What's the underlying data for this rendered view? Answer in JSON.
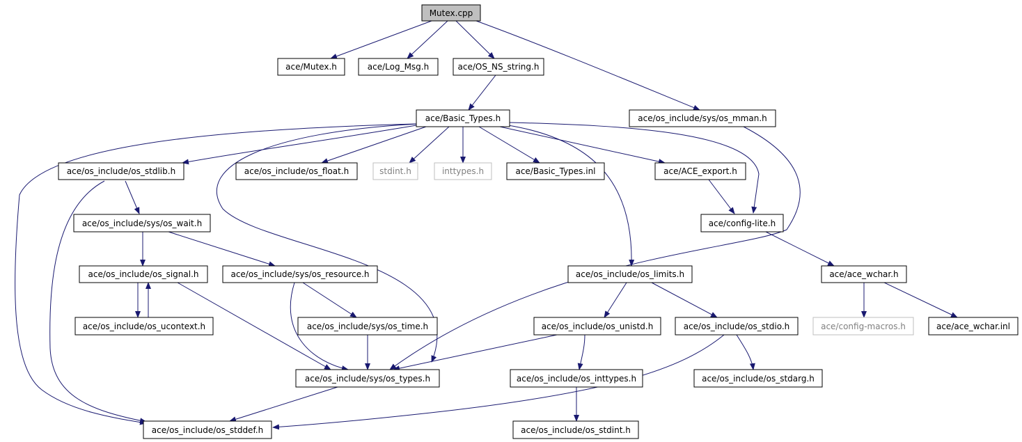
{
  "colors": {
    "edge": "#191970",
    "box_border": "#000000",
    "root_fill": "#bfbfbf",
    "dimmed_border": "#bfbfbf",
    "dimmed_text": "#808080"
  },
  "nodes": {
    "mutex_cpp": "Mutex.cpp",
    "mutex_h": "ace/Mutex.h",
    "log_msg_h": "ace/Log_Msg.h",
    "os_ns_string_h": "ace/OS_NS_string.h",
    "basic_types_h": "ace/Basic_Types.h",
    "os_mman_h": "ace/os_include/sys/os_mman.h",
    "os_stdlib_h": "ace/os_include/os_stdlib.h",
    "os_float_h": "ace/os_include/os_float.h",
    "stdint_h": "stdint.h",
    "inttypes_h": "inttypes.h",
    "basic_types_inl": "ace/Basic_Types.inl",
    "ace_export_h": "ace/ACE_export.h",
    "os_wait_h": "ace/os_include/sys/os_wait.h",
    "config_lite_h": "ace/config-lite.h",
    "os_signal_h": "ace/os_include/os_signal.h",
    "os_resource_h": "ace/os_include/sys/os_resource.h",
    "os_limits_h": "ace/os_include/os_limits.h",
    "ace_wchar_h": "ace/ace_wchar.h",
    "os_ucontext_h": "ace/os_include/os_ucontext.h",
    "os_time_h": "ace/os_include/sys/os_time.h",
    "os_unistd_h": "ace/os_include/os_unistd.h",
    "os_stdio_h": "ace/os_include/os_stdio.h",
    "config_macros_h": "ace/config-macros.h",
    "ace_wchar_inl": "ace/ace_wchar.inl",
    "os_types_h": "ace/os_include/sys/os_types.h",
    "os_inttypes_h": "ace/os_include/os_inttypes.h",
    "os_stdarg_h": "ace/os_include/os_stdarg.h",
    "os_stddef_h": "ace/os_include/os_stddef.h",
    "os_stdint_h": "ace/os_include/os_stdint.h"
  }
}
